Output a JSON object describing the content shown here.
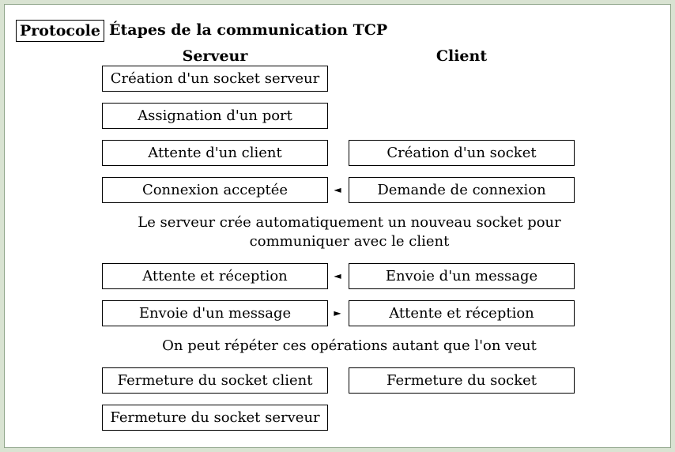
{
  "tag": "Protocole",
  "title": "Étapes de la communication TCP",
  "columns": {
    "server": "Serveur",
    "client": "Client"
  },
  "server_steps": [
    "Création d'un socket serveur",
    "Assignation d'un port",
    "Attente d'un client",
    "Connexion acceptée",
    "Attente et réception",
    "Envoie d'un message",
    "Fermeture du socket client",
    "Fermeture du socket serveur"
  ],
  "client_steps": [
    "Création d'un socket",
    "Demande de connexion",
    "Envoie d'un message",
    "Attente et réception",
    "Fermeture du socket"
  ],
  "arrows": [
    "◄",
    "◄",
    "►"
  ],
  "notes": [
    "Le serveur crée automatiquement un nouveau socket pour communiquer avec le client",
    "On peut répéter ces opérations autant que l'on veut"
  ]
}
